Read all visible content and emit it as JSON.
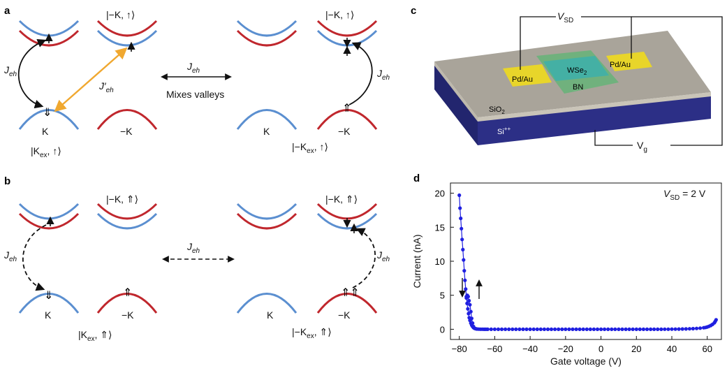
{
  "panels": {
    "a": {
      "letter": "a",
      "ket_top_mid": "|−K, ↑⟩",
      "ket_top_right": "|−K, ↑⟩",
      "ket_bot_left": "|K",
      "ket_bot_left_sub": "ex",
      "ket_bot_left_tail": ", ↑⟩",
      "ket_bot_right": "|−K",
      "ket_bot_right_sub": "ex",
      "ket_bot_right_tail": ", ↑⟩",
      "valley_K_left": "K",
      "valley_mK_left": "−K",
      "valley_K_right": "K",
      "valley_mK_right": "−K",
      "j_left": "J",
      "j_left_sub": "eh",
      "j_prime": "J′",
      "j_prime_sub": "eh",
      "j_mid": "J",
      "j_mid_sub": "eh",
      "j_right": "J",
      "j_right_sub": "eh",
      "mixes": "Mixes valleys"
    },
    "b": {
      "letter": "b",
      "ket_top_mid": "|−K, ⇑⟩",
      "ket_top_right": "|−K, ⇑⟩",
      "ket_bot_left": "|K",
      "ket_bot_left_sub": "ex",
      "ket_bot_left_tail": ", ⇑⟩",
      "ket_bot_right": "|−K",
      "ket_bot_right_sub": "ex",
      "ket_bot_right_tail": ", ⇑⟩",
      "valley_K_left": "K",
      "valley_mK_left": "−K",
      "valley_K_right": "K",
      "valley_mK_right": "−K",
      "j_left": "J",
      "j_left_sub": "eh",
      "j_mid": "J",
      "j_mid_sub": "eh",
      "j_right": "J",
      "j_right_sub": "eh"
    },
    "c": {
      "letter": "c",
      "vsd": "V",
      "vsd_sub": "SD",
      "pd_left": "Pd/Au",
      "pd_right": "Pd/Au",
      "wse": "WSe",
      "wse_sub": "2",
      "bn": "BN",
      "sio": "SiO",
      "sio_sub": "2",
      "si": "Si",
      "si_sup": "++",
      "vg": "V",
      "vg_sub": "g"
    },
    "d": {
      "letter": "d"
    }
  },
  "colors": {
    "blue_band": "#5b8fd0",
    "red_band": "#c0272d",
    "orange_arrow": "#f0a830",
    "data_blue": "#1f1fe0",
    "substrate": "#2c2f86",
    "oxide": "#a9a49a",
    "gold": "#e8d52a",
    "wse2": "#3fb0a8",
    "bn": "#69b27a"
  },
  "chart_data": {
    "type": "scatter",
    "title": "",
    "annotation": "V_SD = 2 V",
    "annotation_main": "V",
    "annotation_sub": "SD",
    "annotation_tail": " = 2 V",
    "xlabel": "Gate voltage (V)",
    "ylabel": "Current (nA)",
    "xlim": [
      -85,
      68
    ],
    "ylim": [
      -1.5,
      21.5
    ],
    "xticks": [
      -80,
      -60,
      -40,
      -20,
      0,
      20,
      40,
      60
    ],
    "xtick_labels": [
      "−80",
      "−60",
      "−40",
      "−20",
      "0",
      "20",
      "40",
      "60"
    ],
    "yticks": [
      0,
      5,
      10,
      15,
      20
    ],
    "ytick_labels": [
      "0",
      "5",
      "10",
      "15",
      "20"
    ],
    "sweep_arrows": [
      "down",
      "up"
    ],
    "series": [
      {
        "x": [
          -80,
          -79.6,
          -79.2,
          -78.8,
          -78.4,
          -78,
          -77.6,
          -77.2,
          -76.8,
          -76.4,
          -76,
          -75.6,
          -75.2,
          -74.8,
          -74.4,
          -74,
          -73.5,
          -73,
          -72.5,
          -72,
          -71.5,
          -71,
          -70.5,
          -70,
          -69,
          -68,
          -67,
          -66,
          -65,
          -64,
          -62,
          -60,
          -58,
          -56,
          -54,
          -52,
          -50,
          -48,
          -46,
          -44,
          -42,
          -40,
          -38,
          -36,
          -34,
          -32,
          -30,
          -28,
          -26,
          -24,
          -22,
          -20,
          -18,
          -16,
          -14,
          -12,
          -10,
          -8,
          -6,
          -4,
          -2,
          0,
          2,
          4,
          6,
          8,
          10,
          12,
          14,
          16,
          18,
          20,
          22,
          24,
          26,
          28,
          30,
          32,
          34,
          36,
          38,
          40,
          42,
          44,
          46,
          48,
          50,
          52,
          54,
          56,
          58,
          59,
          60,
          61,
          62,
          63,
          64,
          64.5,
          65
        ],
        "y": [
          19.7,
          17.8,
          16.3,
          14.8,
          13.2,
          11.7,
          10.2,
          8.6,
          7.2,
          5.9,
          4.8,
          3.8,
          3.0,
          2.3,
          1.7,
          1.3,
          0.9,
          0.6,
          0.4,
          0.25,
          0.15,
          0.1,
          0.06,
          0.04,
          0.02,
          0.01,
          0.01,
          0,
          0,
          0,
          0,
          0,
          0,
          0,
          0,
          0,
          0,
          0,
          0,
          0,
          0,
          0,
          0,
          0,
          0,
          0,
          0,
          0,
          0,
          0,
          0,
          0,
          0,
          0,
          0,
          0,
          0,
          0,
          0,
          0,
          0,
          0,
          0,
          0,
          0,
          0,
          0,
          0,
          0,
          0,
          0,
          0,
          0,
          0,
          0,
          0,
          0,
          0,
          0,
          0.01,
          0.01,
          0.02,
          0.02,
          0.03,
          0.04,
          0.05,
          0.07,
          0.09,
          0.12,
          0.16,
          0.22,
          0.27,
          0.34,
          0.43,
          0.55,
          0.72,
          0.95,
          1.15,
          1.4
        ]
      },
      {
        "x": [
          -76,
          -75.5,
          -75,
          -74.5,
          -74,
          -73.5,
          -73,
          -72.5,
          -72
        ],
        "y": [
          4.6,
          5.0,
          4.8,
          4.2,
          3.6,
          2.6,
          1.6,
          0.9,
          0.4
        ]
      }
    ]
  }
}
